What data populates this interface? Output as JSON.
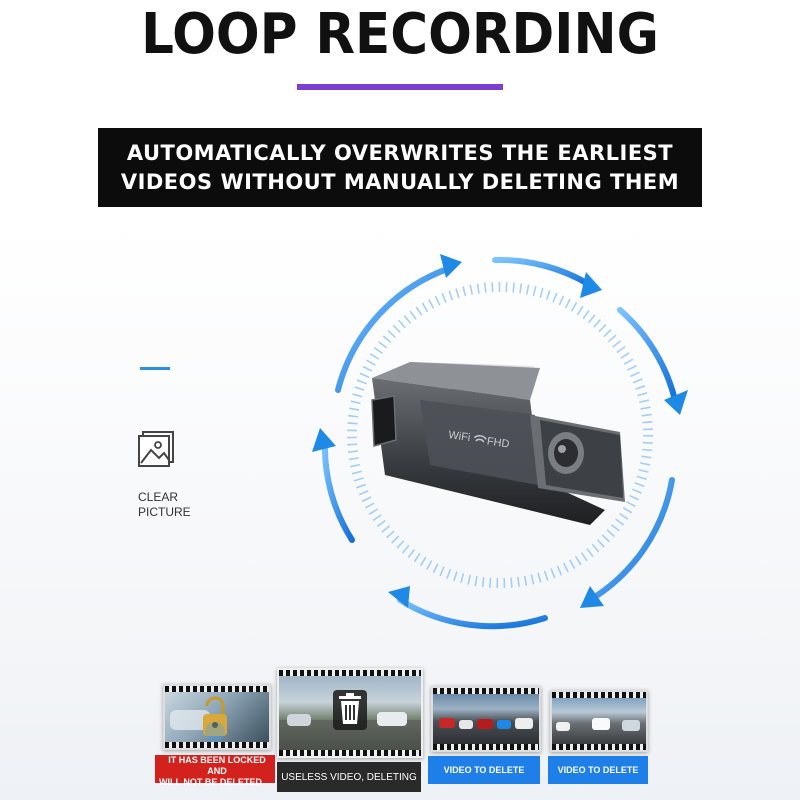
{
  "title": "LOOP RECORDING",
  "banner": {
    "line1": "AUTOMATICALLY OVERWRITES THE EARLIEST",
    "line2": "VIDEOS WITHOUT MANUALLY DELETING THEM"
  },
  "feature": {
    "icon": "picture-icon",
    "label_line1": "CLEAR",
    "label_line2": "PICTURE"
  },
  "camera": {
    "badge_wifi": "WiFi",
    "badge_fhd": "FHD"
  },
  "thumbnails": [
    {
      "caption_line1": "IT HAS BEEN LOCKED  AND",
      "caption_line2": "WILL NOT BE DELETED",
      "icon": "padlock-icon"
    },
    {
      "caption": "USELESS VIDEO, DELETING",
      "icon": "trash-icon"
    },
    {
      "caption": "VIDEO TO DELETE"
    },
    {
      "caption": "VIDEO TO DELETE"
    }
  ],
  "colors": {
    "accent_purple": "#7a3fd0",
    "arrow_blue": "#1f8ae6",
    "locked_red": "#d3221d",
    "delete_blue": "#1f7fe8"
  }
}
